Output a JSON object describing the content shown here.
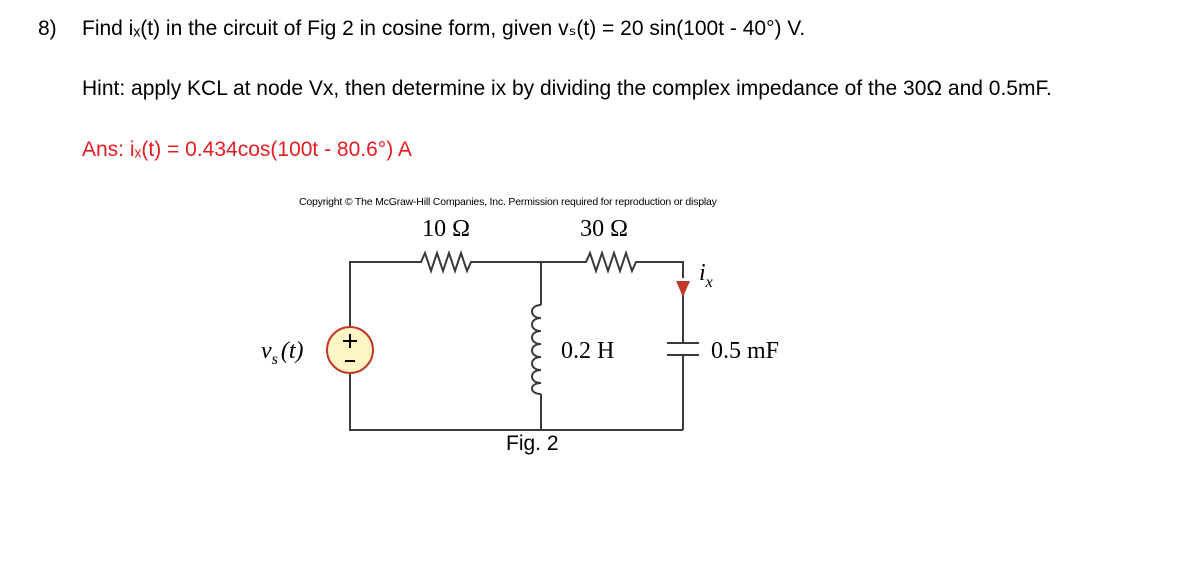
{
  "problem": {
    "number": "8)",
    "question": "Find iₓ(t) in the circuit of Fig 2 in cosine form, given vₛ(t) = 20 sin(100t - 40°) V.",
    "hint": "Hint: apply KCL at node Vx, then determine ix by dividing the complex impedance of the 30Ω and 0.5mF.",
    "answer": "Ans: iₓ(t) = 0.434cos(100t - 80.6°) A"
  },
  "figure": {
    "copyright": "Copyright © The McGraw-Hill Companies, Inc. Permission required for reproduction or display",
    "r1_label": "10 Ω",
    "r2_label": "30 Ω",
    "inductor_label": "0.2 H",
    "capacitor_label": "0.5 mF",
    "source_label_main": "v",
    "source_label_sub": "s",
    "source_label_arg": "(t)",
    "current_label_main": "i",
    "current_label_sub": "x",
    "caption": "Fig. 2"
  },
  "colors": {
    "answer": "#e41d23",
    "source_fill": "#fdf6c4",
    "source_stroke": "#c0392b",
    "arrow": "#c0392b",
    "wire": "#3a3a3a"
  }
}
